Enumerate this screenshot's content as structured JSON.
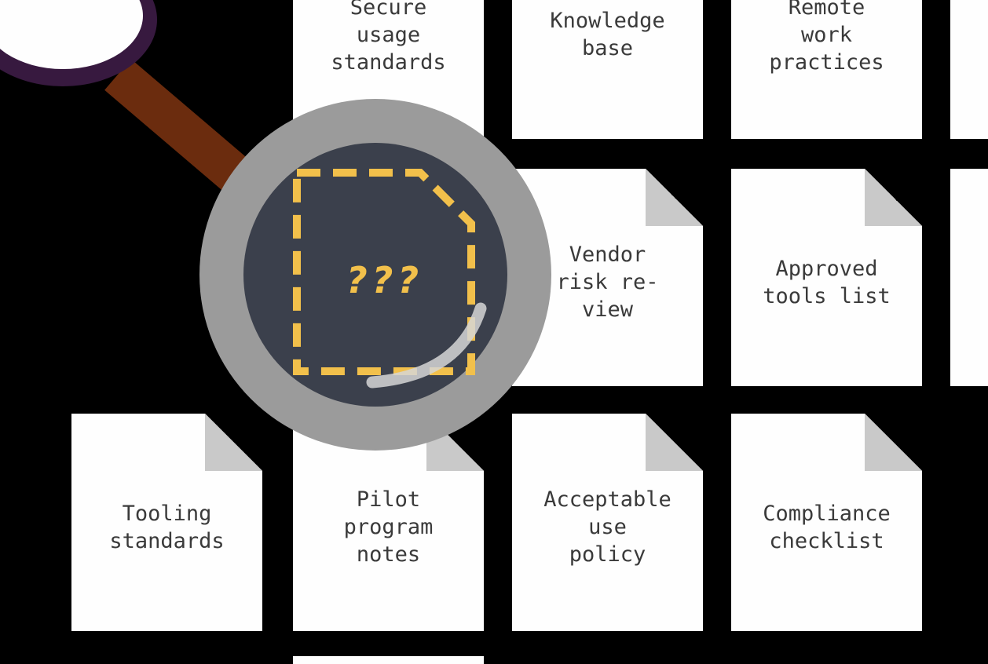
{
  "documents": [
    {
      "id": "secure-usage-standards",
      "label": "Secure\nusage\nstandards"
    },
    {
      "id": "knowledge-base",
      "label": "Knowledge\nbase"
    },
    {
      "id": "remote-work-practices",
      "label": "Remote\nwork\npractices"
    },
    {
      "id": "vendor-risk-review",
      "label": "Vendor\nrisk re-\nview"
    },
    {
      "id": "approved-tools-list",
      "label": "Approved\ntools list"
    },
    {
      "id": "tooling-standards",
      "label": "Tooling\nstandards"
    },
    {
      "id": "pilot-program-notes",
      "label": "Pilot\nprogram\nnotes"
    },
    {
      "id": "acceptable-use-policy",
      "label": "Acceptable\nuse\npolicy"
    },
    {
      "id": "compliance-checklist",
      "label": "Compliance\nchecklist"
    }
  ],
  "magnifier": {
    "unknown_text": "???",
    "icon": "magnifying-glass-icon",
    "lens_icon": "dashed-document-icon"
  },
  "colors": {
    "background": "#000000",
    "paper": "#fefefe",
    "fold": "#c9c9c9",
    "lens_ring": "#9b9b9b",
    "lens_glass": "#3b404c",
    "dash_yellow": "#f2c04b",
    "handle": "#6b2c0e",
    "handle_frame": "#37193f"
  }
}
